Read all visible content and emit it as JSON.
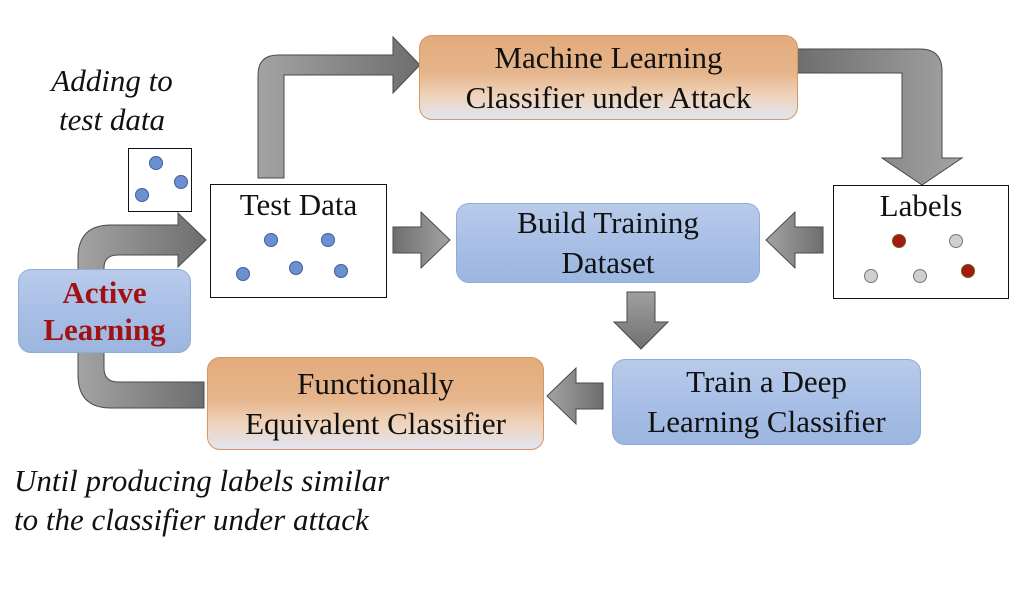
{
  "diagram": {
    "nodes": {
      "ml_classifier": {
        "lines": [
          "Machine Learning",
          "Classifier under Attack"
        ],
        "fill": "#e2ab7c"
      },
      "build_training": {
        "lines": [
          "Build Training",
          "Dataset"
        ],
        "fill": "#a8bfe6"
      },
      "train_deep": {
        "lines": [
          "Train a Deep",
          "Learning Classifier"
        ],
        "fill": "#a8bfe6"
      },
      "functional_equiv": {
        "lines": [
          "Functionally",
          "Equivalent Classifier"
        ],
        "fill": "#e2ab7c"
      },
      "active_learning": {
        "lines": [
          "Active",
          "Learning"
        ],
        "fill": "#a8bfe6",
        "text_color": "#a11111"
      },
      "test_data": {
        "title": "Test Data",
        "points": [
          "blue",
          "blue",
          "blue",
          "blue",
          "blue"
        ]
      },
      "labels": {
        "title": "Labels",
        "points": [
          "red",
          "grey",
          "grey",
          "grey",
          "red"
        ]
      },
      "new_samples": {
        "points": [
          "blue",
          "blue",
          "blue"
        ]
      }
    },
    "annotations": {
      "adding": [
        "Adding to",
        "test data"
      ],
      "until": [
        "Until producing labels similar",
        "to the classifier under attack"
      ]
    },
    "edges": [
      {
        "from": "Test Data",
        "to": "Machine Learning Classifier under Attack"
      },
      {
        "from": "Machine Learning Classifier under Attack",
        "to": "Labels"
      },
      {
        "from": "Test Data",
        "to": "Build Training Dataset"
      },
      {
        "from": "Labels",
        "to": "Build Training Dataset"
      },
      {
        "from": "Build Training Dataset",
        "to": "Train a Deep Learning Classifier"
      },
      {
        "from": "Train a Deep Learning Classifier",
        "to": "Functionally Equivalent Classifier"
      },
      {
        "from": "Functionally Equivalent Classifier",
        "to": "Active Learning"
      },
      {
        "from": "Active Learning",
        "to": "Test Data"
      }
    ],
    "colors": {
      "arrow_dark": "#6e6e6e",
      "arrow_light": "#a3a3a3",
      "arrow_stroke": "#4a4a4a",
      "point_blue": "#6b8fd1",
      "point_red": "#a31a0e",
      "point_grey": "#cfcfcf"
    }
  }
}
